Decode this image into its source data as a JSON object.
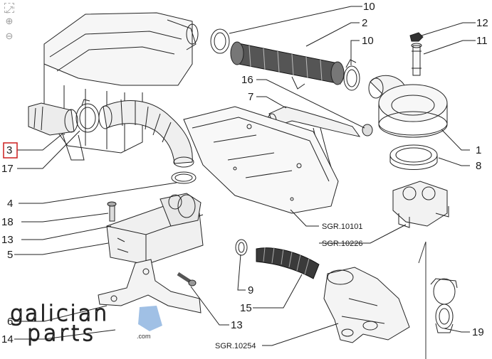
{
  "viewer": {
    "fit_icon": "fit-to-screen-icon",
    "zoom_in_icon": "zoom-in-icon",
    "zoom_out_icon": "zoom-out-icon"
  },
  "callouts": {
    "c10_top": "10",
    "c2": "2",
    "c12": "12",
    "c10_mid": "10",
    "c11": "11",
    "c16": "16",
    "c7": "7",
    "c3": "3",
    "c1": "1",
    "c17": "17",
    "c8": "8",
    "c4": "4",
    "c18": "18",
    "c13_left": "13",
    "c5": "5",
    "c9": "9",
    "c15": "15",
    "c6": "6",
    "c13_bottom": "13",
    "c14": "14",
    "c19": "19"
  },
  "highlighted_callout": "3",
  "highlight_color": "#cc1f1f",
  "references": {
    "r1": "SGR.10101",
    "r2": "SGR.10226",
    "r3": "SGR.10254"
  },
  "watermark": {
    "line1": "galician",
    "line2": "parts",
    "suffix": ".com",
    "accent": "#8fb5e0"
  }
}
